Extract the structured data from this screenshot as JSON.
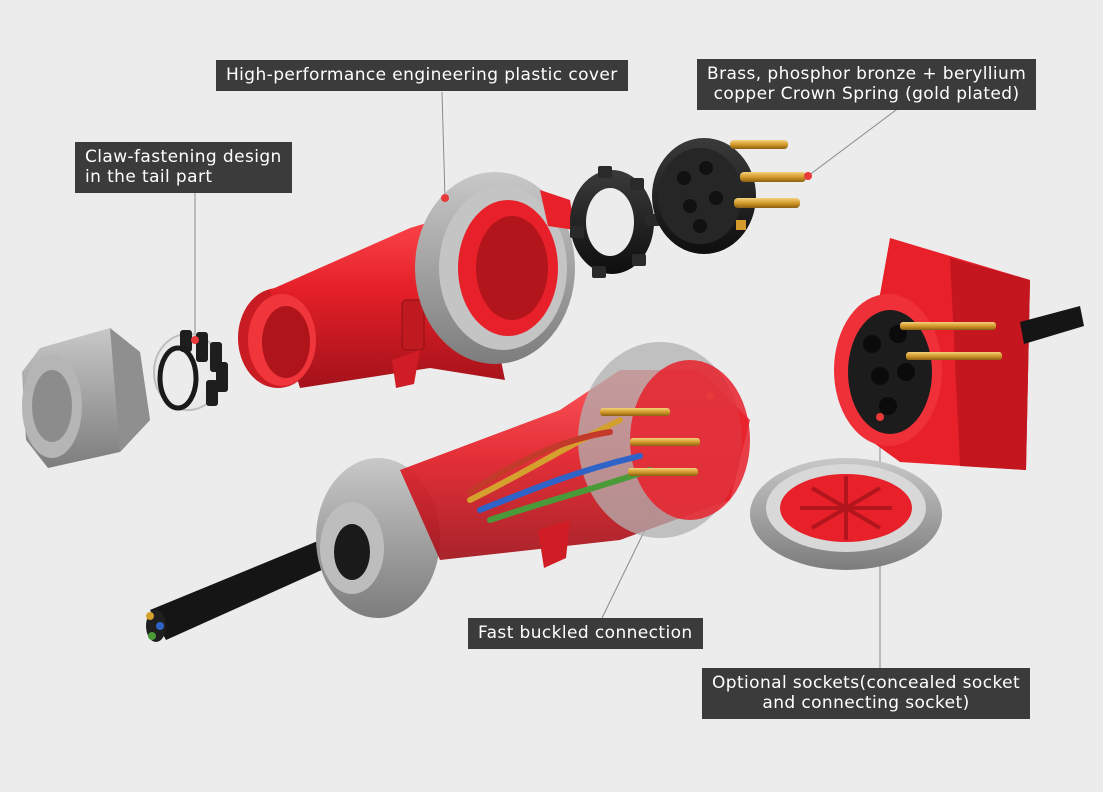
{
  "callouts": {
    "cover": "High-performance engineering plastic cover",
    "spring": [
      "Brass, phosphor bronze + beryllium",
      "copper Crown Spring (gold plated)"
    ],
    "claw": [
      "Claw-fastening design",
      "in the tail part"
    ],
    "buckle": "Fast buckled connection",
    "sockets": [
      "Optional sockets(concealed socket",
      "and connecting socket)"
    ]
  },
  "colors": {
    "background": "#ececec",
    "label_bg": "#3b3b3b",
    "label_text": "#ffffff",
    "body_red": "#e8202a",
    "cover_grey": "#a9a9a9",
    "insert_black": "#1e1e1e",
    "pin_gold": "#d8a431",
    "marker_red": "#e83a3a",
    "leader_grey": "#8a8a8a"
  }
}
